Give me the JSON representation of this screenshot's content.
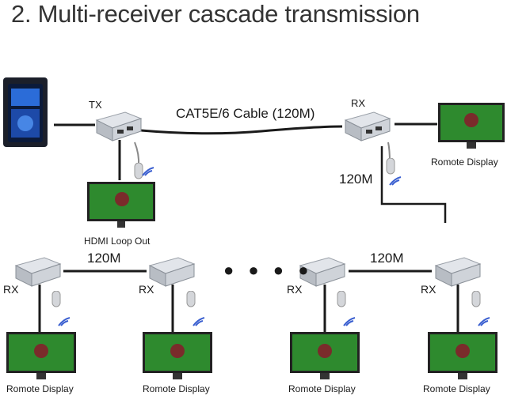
{
  "title": "2. Multi-receiver cascade transmission",
  "labels": {
    "tx": "TX",
    "rx": "RX",
    "cable": "CAT5E/6 Cable (120M)",
    "distance": "120M",
    "loop_out": "HDMI Loop Out",
    "remote_display": "Romote Display",
    "ellipsis": "● ● ● ●"
  },
  "colors": {
    "extender_body": "#c8ccd2",
    "cable": "#1a1a1a",
    "screen_bg": "#2e8a2e",
    "bird": "#7a2b2b"
  },
  "icons": [
    "pc-tower-icon",
    "hdmi-extender-icon",
    "ir-receiver-icon",
    "display-icon",
    "wifi-signal-icon"
  ]
}
